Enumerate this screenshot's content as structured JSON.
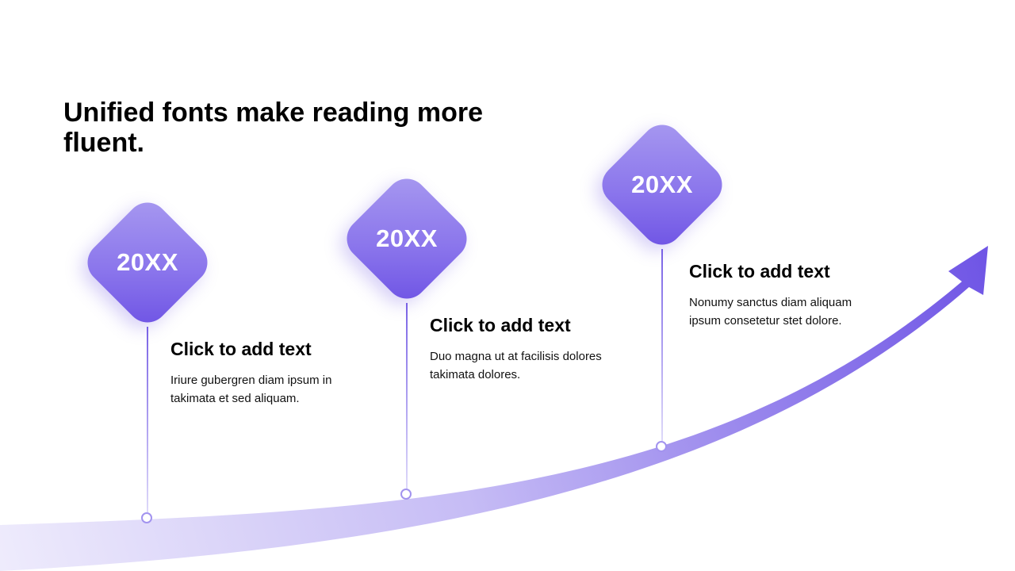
{
  "title": "Unified fonts make reading more fluent.",
  "colors": {
    "accent_dark": "#6d52e4",
    "accent_light": "#a89af0",
    "path_light": "#e8e4fb",
    "node_border": "#a293ef"
  },
  "milestones": [
    {
      "year": "20XX",
      "heading": "Click to add text",
      "body": "Iriure gubergren diam ipsum in takimata et sed aliquam."
    },
    {
      "year": "20XX",
      "heading": "Click to add text",
      "body": "Duo magna ut at facilisis dolores takimata dolores."
    },
    {
      "year": "20XX",
      "heading": "Click to add text",
      "body": "Nonumy sanctus diam aliquam ipsum consetetur stet dolore."
    }
  ]
}
